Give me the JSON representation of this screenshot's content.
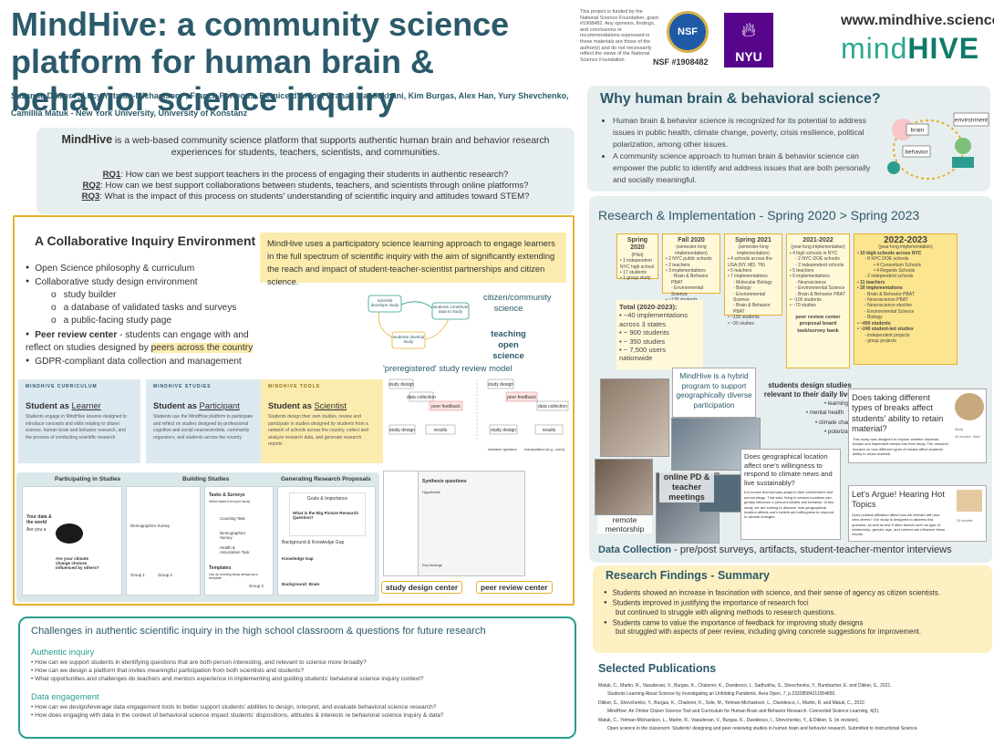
{
  "title": "MindHive: a community science platform for human brain & behavior science inquiry",
  "authors": "Suzanne Dikker *, Lucy Yetman-Michaelson *, Franck Porteous, Bernice d'Anjou, Pranali Mansukhani, Kim Burgas, Alex Han, Yury Shevchenko, Camillia Matuk - New York University, University of Konstanz",
  "funding": "This project is funded by the National Science Foundation, grant #1908482. Any opinions, findings, and conclusions or recommendations expressed in these materials are those of the author(s) and do not necessarily reflect the views of the National Science Foundation",
  "nsf_logo": "NSF",
  "nsf_grant": "NSF #1908482",
  "nyu_logo": "NYU",
  "nyu_icon": "torch-icon",
  "website": "www.mindhive.science",
  "brand_left": "mind",
  "brand_right": "HIVE",
  "colors": {
    "teal": "#2b5a6a",
    "gold": "#e6b02e",
    "green": "#2a9d8f",
    "yellow": "#fbecae"
  },
  "intro": {
    "brand": "MindHive",
    "text": " is a web-based community science platform that supports authentic human brain and behavior research experiences for students, teachers, scientists, and communities.",
    "rq": [
      {
        "label": "RQ1",
        "text": ": How can we best support teachers in the process of engaging their students in authentic research?"
      },
      {
        "label": "RQ2",
        "text": ": How can we best support collaborations between students, teachers, and scientists through online platforms?"
      },
      {
        "label": "RQ3",
        "text": ": What is the impact of this process on students' understanding of scientific inquiry and attitudes toward STEM?"
      }
    ]
  },
  "why": {
    "title": "Why human brain & behavioral science?",
    "items": [
      "Human brain & behavior science is recognized for its potential to address issues in public health, climate change, poverty,  crisis resilience, political polarization, among other issues.",
      "A community science approach to human brain & behavior science can empower the public to identify and address issues that are both personally and socially meaningful."
    ],
    "diagram": {
      "brain": "brain",
      "behavior": "behavior",
      "environment": "environment"
    }
  },
  "collab": {
    "title": "A Collaborative Inquiry Environment",
    "blurb": "MindHive uses a participatory science learning approach to engage learners in the full spectrum of scientific inquiry with the aim of significantly extending the reach and impact of student-teacher-scientist partnerships and citizen science.",
    "items": [
      {
        "level": 1,
        "text": "Open Science philosophy & curriculum"
      },
      {
        "level": 1,
        "text": "Collaborative study design environment"
      },
      {
        "level": 2,
        "text": "study builder"
      },
      {
        "level": 2,
        "text": "a database of validated tasks and surveys"
      },
      {
        "level": 2,
        "text": "a public-facing study page"
      },
      {
        "level": 1,
        "text": "Peer review center",
        "rest": " - students can engage with and reflect on studies designed by ",
        "hl": "peers across the country"
      },
      {
        "level": 1,
        "text": "GDPR-compliant data collection and management"
      }
    ],
    "mini_diagram": {
      "a": "scientist develops study",
      "b": "students contribute data to study",
      "c": "students develop study"
    },
    "citizen": "citizen/community science",
    "teaching": "teaching open science",
    "prereg": "'preregistered' study review model",
    "flow": {
      "study_design": "study design",
      "data_collection": "data collection",
      "peer_feedback": "peer feedback",
      "results": "results",
      "research_question": "research question",
      "manipulation": "manipulation (e.g., cond)"
    },
    "cards": [
      {
        "header": "MINDHIVE CURRICULUM",
        "pre": "Student as ",
        "role": "Learner",
        "body": "Students engage in MindHive lessons designed to introduce concepts and skills relating to citizen science, human brain and behavior research, and the process of conducting scientific research",
        "bg": "#dde9f1",
        "hc": "#2b5a6a"
      },
      {
        "header": "MINDHIVE STUDIES",
        "pre": "Student as ",
        "role": "Participant",
        "body": "Students use the MindHive platform to participate and reflect on studies designed by professional cognitive and social neuroscientists, community organizers, and students across the country",
        "bg": "#dde9f1",
        "hc": "#2b5a6a"
      },
      {
        "header": "MINDHIVE TOOLS",
        "pre": "Student as ",
        "role": "Scientist",
        "body": "Students design their own studies, review and participate in studies designed by students from a network of schools across the country, collect and analyze research data, and generate research reports",
        "bg": "#fbecae",
        "hc": "#8a6c12"
      }
    ],
    "shots": {
      "s1": "Participating in Studies",
      "s2": "Building Studies",
      "s3": "Generating Research Proposals",
      "s1_a": "Your data & the world",
      "s1_b": "Are you a",
      "s1_c": "Are your climate change choices influenced by others?",
      "s2_tasks": "Tasks & Surveys",
      "s2_sub": "Select tasks from your study",
      "s2_a": "Counting Task",
      "s2_b": "Demographics Survey",
      "s2_c": "Health & Association Task",
      "s2_d": "Templates",
      "s2_e": "Use an existing study design as a template",
      "s2_g1": "Group 1",
      "s2_g2": "Group 2",
      "s2_g3": "Group 3",
      "s3_a": "Goals & Importance",
      "s3_b": "What is the Big Picture Research Question?",
      "s3_c": "Background & Knowledge Gap",
      "s3_d": "Knowledge Gap",
      "s3_e": "Background: Brain",
      "s4_a": "Synthesis questions",
      "s4_b": "Hypothesis",
      "s4_c": "Key findings"
    },
    "tag_design": "study design center",
    "tag_peer": "peer review center"
  },
  "challenges": {
    "title": "Challenges in authentic scientific inquiry in the high school classroom & questions for future research",
    "sections": [
      {
        "title": "Authentic inquiry",
        "items": [
          "How can we support students in identifying questions that are both person interesting, and relevant to science more broadly?",
          "How can we design a platform that invites meaningful participation from both scientists and students?",
          "What opportunities and challenges do teachers and mentors experience in implementing and guiding students' behavioral science inquiry context?"
        ]
      },
      {
        "title": "Data engagement",
        "items": [
          "How can we design/leverage data engagement tools to better support students' abilities to design, interpret, and evaluate behavioral science research?",
          "How does engaging with data in the context of behavioral science impact students' dispositions, attitudes & interests re behavioral science inquiry & data?"
        ]
      }
    ]
  },
  "ri": {
    "title": "Research & Implementation - Spring 2020 > Spring 2023",
    "years": [
      {
        "name": "Spring 2020",
        "sub": "(Pilot)",
        "items": [
          "1 independent NYC high school",
          "17 students",
          "1 group study"
        ]
      },
      {
        "name": "Fall 2020",
        "sub": "(semester-long implementation)",
        "items": [
          "2 NYC public schools",
          "2 teachers",
          "3 implementations",
          "Brain & Behavior PBAT",
          "Environmental Science",
          "~130 students"
        ]
      },
      {
        "name": "Spring 2021",
        "sub": "(semester-long implementation)",
        "items": [
          "4 schools across the USA (NY, MD, TN)",
          "5 teachers",
          "7 implementations",
          "Molecular Biology",
          "Biology",
          "Environmental Science",
          "Brain & Behavior PBAT",
          "~150 students",
          "~30 studies"
        ]
      },
      {
        "name": "2021-2022",
        "sub": "(year-long implementation)",
        "items": [
          "4 high schools in NYC",
          "2 NYC-DOE schools",
          "2 independent schools",
          "5 teachers",
          "6 implementations",
          "Neuroscience",
          "Environmental Science",
          "Brain & Behavior PBAT",
          "~100 students",
          "~70 studies"
        ],
        "extra": "peer review center proposal board task/survey bank"
      },
      {
        "name": "2022-2023",
        "sub": "(year-long implementation)",
        "items": [
          "10 high schools across NYC",
          "8 NYC DOE schools",
          "4 Consortium Schools",
          "4 Regents Schools",
          "2 independent schools",
          "11 teachers",
          "20 implementations",
          "Brain & Behavior PBAT",
          "Neuroscience PBAT",
          "Neuroscience elective",
          "Environmental Science",
          "Biology",
          "~450 students",
          "~240 student-led studies",
          "independent projects",
          "group projects"
        ]
      }
    ],
    "total": {
      "title": "Total (2020-2023):",
      "items": [
        "~40 implementations across 3 states",
        "~ 900 students",
        "~ 350 studies",
        "~ 7,500 users nationwide"
      ]
    },
    "hybrid": "MindHive is a hybrid program to support geographically diverse participation",
    "sd_label": "students design studies relevant to their daily lives",
    "sd_items": [
      "learning",
      "mental health",
      "climate change",
      "polarization"
    ],
    "online": "online PD & teacher meetings",
    "remote": "remote mentorship",
    "study1": {
      "title": "Does taking different types of breaks affect students' ability to retain material?",
      "body": "This study was designed to explore whether students' breaks and implement breaks into their study. The research focuses on how different types of breaks affect students' ability to retain material."
    },
    "study2": {
      "title": "Does geographical location affect one's willingness to respond to climate news and live sustainably?",
      "body": "It is known that humans adapt to their environment and surroundings. That said, living in various locations can greatly influence a person's beliefs and behavior. In this study, we are looking to discover how geographical location affects one's beliefs and willingness to respond to climate changes."
    },
    "study3": {
      "title": "Let's Argue! Hearing Hot Topics",
      "body": "Does political affiliation affect how we interact with and view others? Our study is designed to address this question, as well as test if other factors such as type of relationship, gender, age, and context can influence these results."
    },
    "photo_labels": [
      "Study",
      "30 minutes",
      "Start"
    ]
  },
  "data_collection": {
    "label": "Data Collection",
    "text": " - pre/post surveys, artifacts, student-teacher-mentor interviews"
  },
  "findings": {
    "title": "Research Findings - Summary",
    "items": [
      {
        "level": 1,
        "text": "Students showed an increase in fascination with science, and their sense of agency as citizen scientists."
      },
      {
        "level": 1,
        "text": "Students improved in justifying the importance of research foci"
      },
      {
        "level": 2,
        "text": "but continued to struggle with aligning methods to research questions."
      },
      {
        "level": 1,
        "text": "Students came to value the importance of feedback for improving study designs"
      },
      {
        "level": 2,
        "text": "but struggled with aspects of peer review, including giving concrete suggestions for improvement."
      }
    ]
  },
  "pubs": {
    "title": "Selected Publications",
    "items": [
      {
        "a": "Matuk, C., Martin, R., Vasudevan, V., Burgas, K., Chaloner, K., Davidesco, I., Sadhukha, S., Shevchenko, Y., Bumbacher, E. and Dikker, S., 2021.",
        "b": "Students Learning About Science by Investigating an Unfolding Pandemic. Aera Open, 7, p.23328584211054850."
      },
      {
        "a": "Dikker, S., Shevchenko, Y., Burgas, K., Chaloner, K., Sole, M., Yetman-Michaelson, L., Davidesco, I., Martin, R. and Matuk, C., 2022.",
        "b": "MindHive: An Online Citizen Science Tool and Curriculum for Human Brain and Behavior Research. Connected Science Learning, 4(2)."
      },
      {
        "a": "Matuk, C., Yetman-Michaelson, L., Martin, R., Vasudevan, V., Burgas, K., Davidesco, I., Shevchenko, Y., & Dikker, S. (in revision).",
        "b": "Open science in the classroom: Students' designing and peer reviewing studies in human brain and behavior research. Submitted to Instructional Science."
      }
    ]
  }
}
